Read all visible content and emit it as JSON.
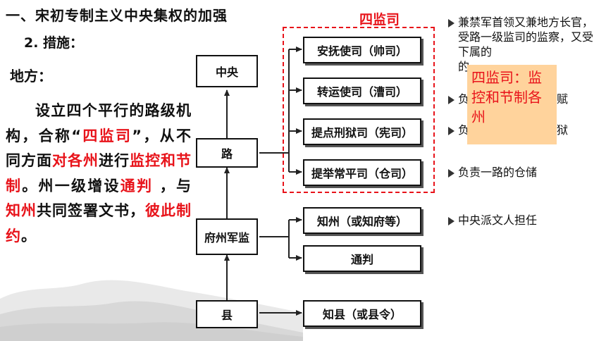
{
  "heading": "一、宋初专制主义中央集权的加强",
  "subheading": "2. 措施：",
  "local_label": "地方：",
  "paragraph": [
    {
      "text": "设立四个平行的路级机构，合称“",
      "red": false
    },
    {
      "text": "四监司",
      "red": true
    },
    {
      "text": "”，从不同方面",
      "red": false
    },
    {
      "text": "对各州",
      "red": true
    },
    {
      "text": "进行",
      "red": false
    },
    {
      "text": "监控和节制",
      "red": true
    },
    {
      "text": "。州一级增设",
      "red": false
    },
    {
      "text": "通判",
      "red": true
    },
    {
      "text": " ，与",
      "red": false
    },
    {
      "text": "知州",
      "red": true
    },
    {
      "text": "共同签署文书，",
      "red": false
    },
    {
      "text": "彼此制约",
      "red": true
    },
    {
      "text": "。",
      "red": false
    }
  ],
  "diagram": {
    "group_label": "四监司",
    "central": "中央",
    "circuit": "路",
    "prefecture": "府州军监",
    "county": "县",
    "four_offices": [
      "安抚使司（帅司）",
      "转运使司（漕司）",
      "提点刑狱司（宪司）",
      "提举常平司（仓司）"
    ],
    "prefecture_officials": [
      "知州（或知府等）",
      "通判"
    ],
    "county_official": "知县（或县令）"
  },
  "notes": {
    "shuai_si": "兼禁军首领又兼地方长官，受路一级监司的监察，又受下属的",
    "shuai_si_visible_end": "的",
    "cao_si_partial": "负",
    "cao_si_end": "赋",
    "xian_si_partial": "负",
    "xian_si_end": "狱",
    "cang_si": "负责一路的仓储",
    "zhizhou": "中央派文人担任"
  },
  "popup": "四监司：监控和节制各州",
  "colors": {
    "accent_red": "#e8131a",
    "popup_bg": "#ffd39c"
  }
}
